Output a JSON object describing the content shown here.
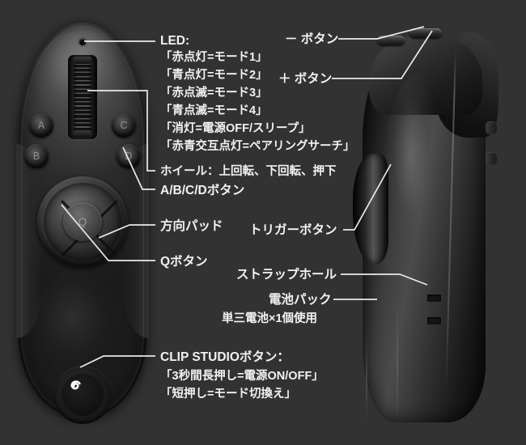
{
  "background_color": "#333233",
  "text_color": "#f2f2f2",
  "line_color": "#e9e9e9",
  "diagram": {
    "title": "CLIP STUDIO TABMATE remote control annotated diagram",
    "left_device": {
      "name": "top-view",
      "led_label": "LED",
      "wheel_label": "scroll-wheel",
      "buttons": [
        "A",
        "B",
        "C",
        "D"
      ],
      "dpad_label": "direction-pad",
      "q_button_label": "Q",
      "clip_studio_button_label": "CLIP STUDIO"
    },
    "right_device": {
      "name": "side-view",
      "minus_button": "-",
      "plus_button": "+",
      "trigger_label": "trigger",
      "strap_hole_label": "strap-hole",
      "battery_label": "battery-pack"
    }
  },
  "callouts": {
    "led": {
      "heading": "LED:",
      "lines": [
        "「赤点灯=モード1」",
        "「青点灯=モード2」",
        "「赤点滅=モード3」",
        "「青点滅=モード4」",
        "「消灯=電源OFF/スリープ」",
        "「赤青交互点灯=ペアリングサーチ」"
      ]
    },
    "wheel": "ホイール：上回転、下回転、押下",
    "abcd": "A/B/C/Dボタン",
    "dpad": "方向パッド",
    "qbutton": "Qボタン",
    "minus": "－ ボタン",
    "plus": "＋ ボタン",
    "trigger": "トリガーボタン",
    "strap_hole": "ストラップホール",
    "battery": {
      "heading": "電池パック",
      "note": "単三電池×1個使用"
    },
    "clip_studio": {
      "heading": "CLIP STUDIOボタン：",
      "lines": [
        "「3秒間長押し=電源ON/OFF」",
        "「短押し=モード切換え」"
      ]
    }
  }
}
